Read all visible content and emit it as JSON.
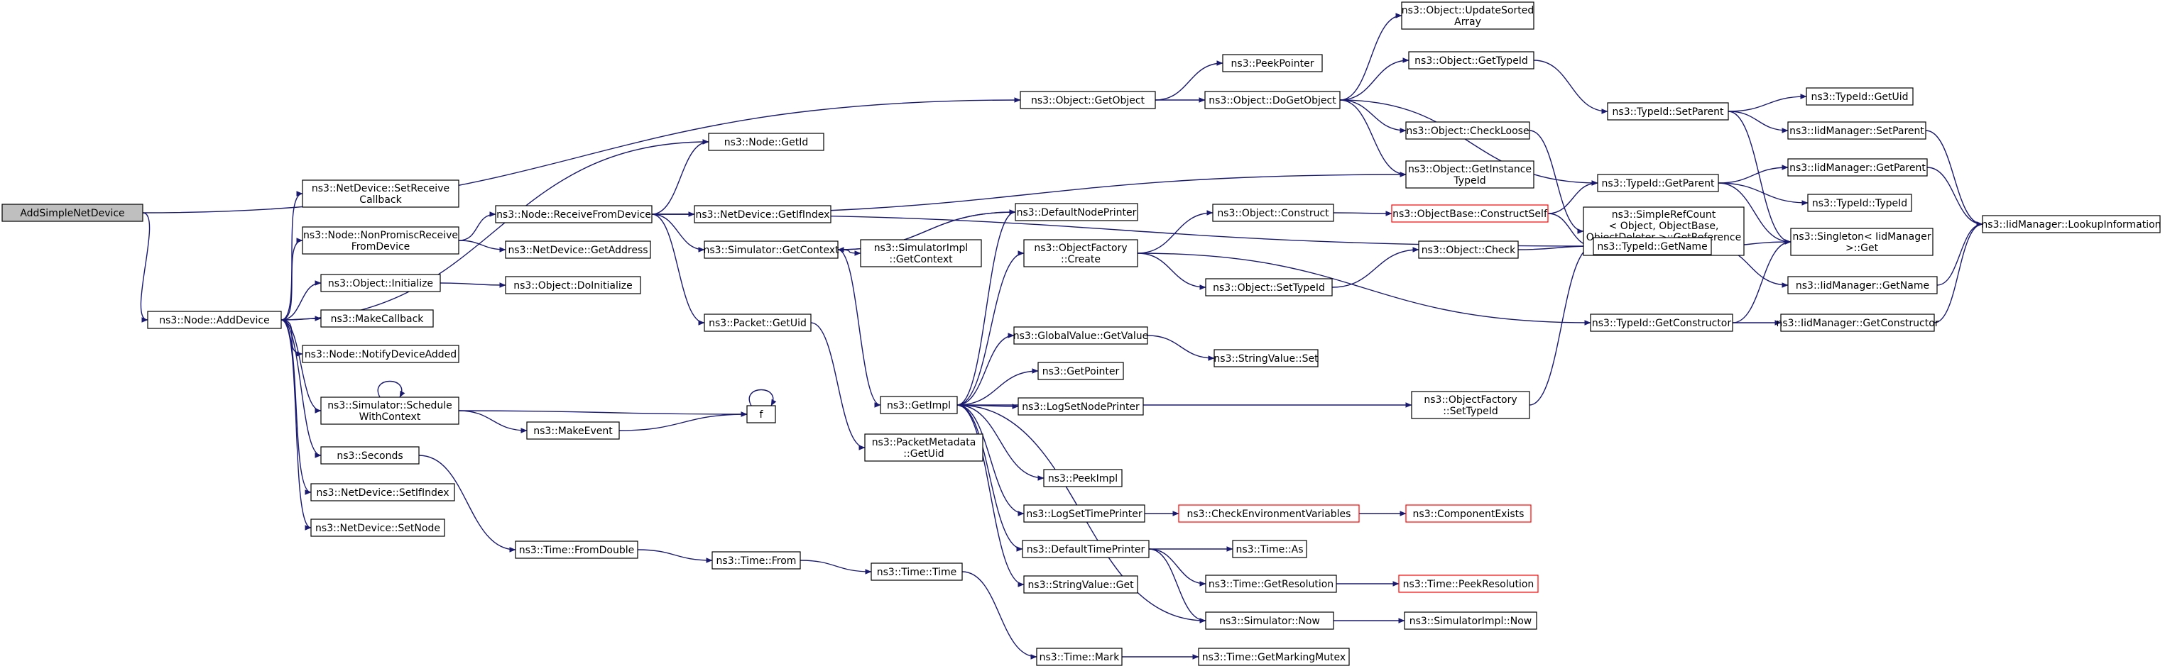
{
  "graph": {
    "colors": {
      "edge": "#191970",
      "node_border": "#000000",
      "root_fill": "#bfbfbf",
      "truncated_border": "#ff0000"
    },
    "nodes": [
      {
        "id": "n0",
        "lines": [
          "AddSimpleNetDevice"
        ],
        "style": "root"
      },
      {
        "id": "n1",
        "lines": [
          "ns3::Node::AddDevice"
        ]
      },
      {
        "id": "n2",
        "lines": [
          "ns3::Object::GetObject"
        ]
      },
      {
        "id": "n3",
        "lines": [
          "ns3::Node::GetId"
        ]
      },
      {
        "id": "n4",
        "lines": [
          "ns3::NetDevice::SetReceive",
          "Callback"
        ]
      },
      {
        "id": "n5",
        "lines": [
          "ns3::Node::NonPromiscReceive",
          "FromDevice"
        ]
      },
      {
        "id": "n6",
        "lines": [
          "ns3::Object::Initialize"
        ]
      },
      {
        "id": "n7",
        "lines": [
          "ns3::MakeCallback"
        ]
      },
      {
        "id": "n8",
        "lines": [
          "ns3::Node::NotifyDeviceAdded"
        ]
      },
      {
        "id": "n9",
        "lines": [
          "ns3::Simulator::Schedule",
          "WithContext"
        ]
      },
      {
        "id": "n10",
        "lines": [
          "ns3::Seconds"
        ]
      },
      {
        "id": "n11",
        "lines": [
          "ns3::NetDevice::SetIfIndex"
        ]
      },
      {
        "id": "n12",
        "lines": [
          "ns3::NetDevice::SetNode"
        ]
      },
      {
        "id": "n13",
        "lines": [
          "ns3::Node::ReceiveFromDevice"
        ]
      },
      {
        "id": "n14",
        "lines": [
          "ns3::NetDevice::GetAddress"
        ]
      },
      {
        "id": "n15",
        "lines": [
          "ns3::Object::DoInitialize"
        ]
      },
      {
        "id": "n16",
        "lines": [
          "f"
        ]
      },
      {
        "id": "n17",
        "lines": [
          "ns3::MakeEvent"
        ]
      },
      {
        "id": "n18",
        "lines": [
          "ns3::Time::FromDouble"
        ]
      },
      {
        "id": "n19",
        "lines": [
          "ns3::PeekPointer"
        ]
      },
      {
        "id": "n20",
        "lines": [
          "ns3::Object::DoGetObject"
        ]
      },
      {
        "id": "n21",
        "lines": [
          "ns3::NetDevice::GetIfIndex"
        ]
      },
      {
        "id": "n22",
        "lines": [
          "ns3::Simulator::GetContext"
        ]
      },
      {
        "id": "n23",
        "lines": [
          "ns3::Packet::GetUid"
        ]
      },
      {
        "id": "n24",
        "lines": [
          "ns3::Time::From"
        ]
      },
      {
        "id": "n25",
        "lines": [
          "ns3::DefaultNodePrinter"
        ]
      },
      {
        "id": "n26",
        "lines": [
          "ns3::SimulatorImpl",
          "::GetContext"
        ]
      },
      {
        "id": "n27",
        "lines": [
          "ns3::GetImpl"
        ]
      },
      {
        "id": "n28",
        "lines": [
          "ns3::PacketMetadata",
          "::GetUid"
        ]
      },
      {
        "id": "n29",
        "lines": [
          "ns3::Time::Time"
        ]
      },
      {
        "id": "n30",
        "lines": [
          "ns3::ObjectFactory",
          "::Create"
        ]
      },
      {
        "id": "n31",
        "lines": [
          "ns3::GlobalValue::GetValue"
        ]
      },
      {
        "id": "n32",
        "lines": [
          "ns3::GetPointer"
        ]
      },
      {
        "id": "n33",
        "lines": [
          "ns3::LogSetNodePrinter"
        ]
      },
      {
        "id": "n34",
        "lines": [
          "ns3::PeekImpl"
        ]
      },
      {
        "id": "n35",
        "lines": [
          "ns3::LogSetTimePrinter"
        ]
      },
      {
        "id": "n36",
        "lines": [
          "ns3::DefaultTimePrinter"
        ]
      },
      {
        "id": "n37",
        "lines": [
          "ns3::StringValue::Get"
        ]
      },
      {
        "id": "n38",
        "lines": [
          "ns3::Time::Mark"
        ]
      },
      {
        "id": "n39",
        "lines": [
          "ns3::Object::Construct"
        ]
      },
      {
        "id": "n40",
        "lines": [
          "ns3::Object::SetTypeId"
        ]
      },
      {
        "id": "n41",
        "lines": [
          "ns3::StringValue::Set"
        ]
      },
      {
        "id": "n42",
        "lines": [
          "ns3::CheckEnvironmentVariables"
        ],
        "style": "red"
      },
      {
        "id": "n43",
        "lines": [
          "ns3::Time::As"
        ]
      },
      {
        "id": "n44",
        "lines": [
          "ns3::Time::GetResolution"
        ]
      },
      {
        "id": "n45",
        "lines": [
          "ns3::Simulator::Now"
        ]
      },
      {
        "id": "n46",
        "lines": [
          "ns3::Time::GetMarkingMutex"
        ]
      },
      {
        "id": "n47",
        "lines": [
          "ns3::Object::UpdateSorted",
          "Array"
        ]
      },
      {
        "id": "n48",
        "lines": [
          "ns3::Object::GetTypeId"
        ]
      },
      {
        "id": "n49",
        "lines": [
          "ns3::Object::CheckLoose"
        ]
      },
      {
        "id": "n50",
        "lines": [
          "ns3::Object::GetInstance",
          "TypeId"
        ]
      },
      {
        "id": "n51",
        "lines": [
          "ns3::ObjectBase::ConstructSelf"
        ],
        "style": "red"
      },
      {
        "id": "n52",
        "lines": [
          "ns3::Object::Check"
        ]
      },
      {
        "id": "n53",
        "lines": [
          "ns3::ObjectFactory",
          "::SetTypeId"
        ]
      },
      {
        "id": "n54",
        "lines": [
          "ns3::ComponentExists"
        ],
        "style": "red"
      },
      {
        "id": "n55",
        "lines": [
          "ns3::Time::PeekResolution"
        ],
        "style": "red"
      },
      {
        "id": "n56",
        "lines": [
          "ns3::SimulatorImpl::Now"
        ]
      },
      {
        "id": "n57",
        "lines": [
          "ns3::TypeId::SetParent"
        ]
      },
      {
        "id": "n58",
        "lines": [
          "ns3::TypeId::GetParent"
        ]
      },
      {
        "id": "n59",
        "lines": [
          "ns3::SimpleRefCount",
          "< Object, ObjectBase,",
          "ObjectDeleter >::GetReference",
          "Count"
        ]
      },
      {
        "id": "n60",
        "lines": [
          "ns3::TypeId::GetName"
        ]
      },
      {
        "id": "n61",
        "lines": [
          "ns3::TypeId::GetConstructor"
        ]
      },
      {
        "id": "n62",
        "lines": [
          "ns3::TypeId::GetUid"
        ]
      },
      {
        "id": "n63",
        "lines": [
          "ns3::IidManager::SetParent"
        ]
      },
      {
        "id": "n64",
        "lines": [
          "ns3::IidManager::GetParent"
        ]
      },
      {
        "id": "n65",
        "lines": [
          "ns3::TypeId::TypeId"
        ]
      },
      {
        "id": "n66",
        "lines": [
          "ns3::Singleton< IidManager",
          ">::Get"
        ]
      },
      {
        "id": "n67",
        "lines": [
          "ns3::IidManager::GetName"
        ]
      },
      {
        "id": "n68",
        "lines": [
          "ns3::IidManager::GetConstructor"
        ]
      },
      {
        "id": "n69",
        "lines": [
          "ns3::IidManager::LookupInformation"
        ]
      }
    ],
    "edges": [
      [
        "n0",
        "n1"
      ],
      [
        "n0",
        "n2"
      ],
      [
        "n1",
        "n3"
      ],
      [
        "n1",
        "n4"
      ],
      [
        "n1",
        "n5"
      ],
      [
        "n1",
        "n6"
      ],
      [
        "n1",
        "n7"
      ],
      [
        "n1",
        "n8"
      ],
      [
        "n1",
        "n9"
      ],
      [
        "n1",
        "n10"
      ],
      [
        "n1",
        "n11"
      ],
      [
        "n1",
        "n12"
      ],
      [
        "n2",
        "n19"
      ],
      [
        "n2",
        "n20"
      ],
      [
        "n5",
        "n13"
      ],
      [
        "n5",
        "n14"
      ],
      [
        "n6",
        "n15"
      ],
      [
        "n9",
        "n9"
      ],
      [
        "n9",
        "n16"
      ],
      [
        "n9",
        "n17"
      ],
      [
        "n10",
        "n18"
      ],
      [
        "n13",
        "n3"
      ],
      [
        "n13",
        "n21"
      ],
      [
        "n13",
        "n22"
      ],
      [
        "n13",
        "n23"
      ],
      [
        "n13",
        "n50"
      ],
      [
        "n13",
        "n60"
      ],
      [
        "n16",
        "n16"
      ],
      [
        "n17",
        "n16"
      ],
      [
        "n18",
        "n24"
      ],
      [
        "n20",
        "n47"
      ],
      [
        "n20",
        "n48"
      ],
      [
        "n20",
        "n49"
      ],
      [
        "n20",
        "n50"
      ],
      [
        "n20",
        "n58"
      ],
      [
        "n22",
        "n25"
      ],
      [
        "n22",
        "n26"
      ],
      [
        "n22",
        "n27"
      ],
      [
        "n23",
        "n28"
      ],
      [
        "n24",
        "n29"
      ],
      [
        "n25",
        "n22"
      ],
      [
        "n27",
        "n25"
      ],
      [
        "n27",
        "n30"
      ],
      [
        "n27",
        "n31"
      ],
      [
        "n27",
        "n32"
      ],
      [
        "n27",
        "n33"
      ],
      [
        "n27",
        "n34"
      ],
      [
        "n27",
        "n35"
      ],
      [
        "n27",
        "n36"
      ],
      [
        "n27",
        "n37"
      ],
      [
        "n27",
        "n53"
      ],
      [
        "n29",
        "n38"
      ],
      [
        "n30",
        "n39"
      ],
      [
        "n30",
        "n40"
      ],
      [
        "n30",
        "n61"
      ],
      [
        "n31",
        "n41"
      ],
      [
        "n35",
        "n42"
      ],
      [
        "n36",
        "n43"
      ],
      [
        "n36",
        "n44"
      ],
      [
        "n36",
        "n45"
      ],
      [
        "n38",
        "n46"
      ],
      [
        "n39",
        "n51"
      ],
      [
        "n40",
        "n52"
      ],
      [
        "n42",
        "n54"
      ],
      [
        "n44",
        "n55"
      ],
      [
        "n45",
        "n27"
      ],
      [
        "n45",
        "n56"
      ],
      [
        "n48",
        "n57"
      ],
      [
        "n49",
        "n59"
      ],
      [
        "n51",
        "n58"
      ],
      [
        "n51",
        "n60"
      ],
      [
        "n52",
        "n60"
      ],
      [
        "n53",
        "n60"
      ],
      [
        "n57",
        "n62"
      ],
      [
        "n57",
        "n63"
      ],
      [
        "n57",
        "n66"
      ],
      [
        "n58",
        "n64"
      ],
      [
        "n58",
        "n65"
      ],
      [
        "n58",
        "n66"
      ],
      [
        "n60",
        "n66"
      ],
      [
        "n60",
        "n67"
      ],
      [
        "n61",
        "n66"
      ],
      [
        "n61",
        "n68"
      ],
      [
        "n63",
        "n69"
      ],
      [
        "n64",
        "n69"
      ],
      [
        "n67",
        "n69"
      ],
      [
        "n68",
        "n69"
      ]
    ]
  }
}
